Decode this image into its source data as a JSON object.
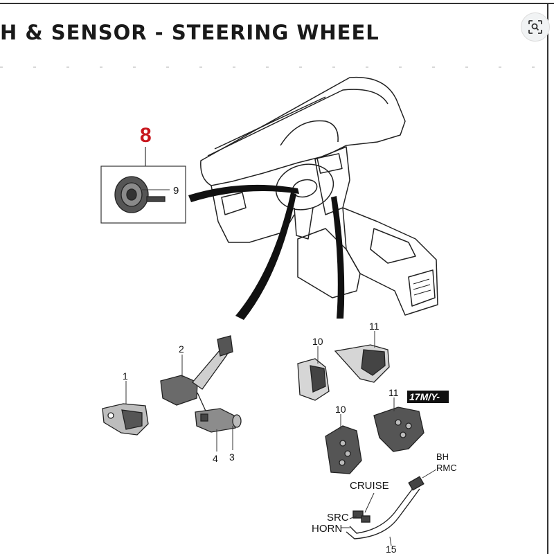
{
  "title": "H & SENSOR - STEERING WHEEL",
  "callout": "8",
  "lens_icon": "visual-search-icon",
  "parts": {
    "p1": "1",
    "p2": "2",
    "p3": "3",
    "p4": "4",
    "p9": "9",
    "p10a": "10",
    "p10b": "10",
    "p11a": "11",
    "p11b": "11",
    "p15": "15"
  },
  "tag": "17M/Y-",
  "labels": {
    "bh": "BH",
    "rmc": "RMC",
    "cruise": "CRUISE",
    "src": "SRC",
    "horn": "HORN"
  }
}
